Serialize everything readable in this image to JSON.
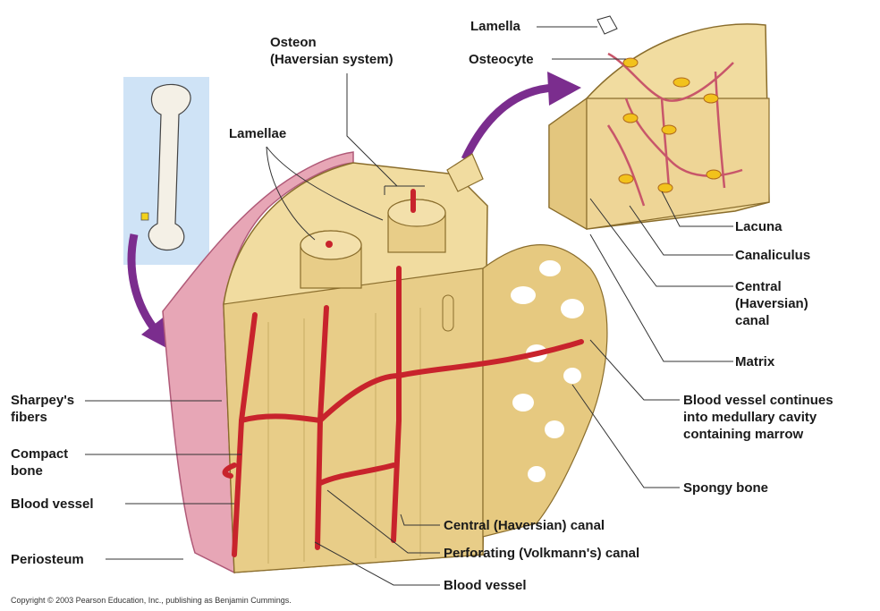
{
  "labels": {
    "lamella": "Lamella",
    "osteocyte": "Osteocyte",
    "osteon": "Osteon\n(Haversian system)",
    "lamellae": "Lamellae",
    "lacuna": "Lacuna",
    "canaliculus": "Canaliculus",
    "central_canal_right": "Central\n(Haversian)\ncanal",
    "matrix": "Matrix",
    "blood_vessel_continues": "Blood vessel continues\ninto medullary cavity\ncontaining marrow",
    "spongy_bone": "Spongy bone",
    "sharpeys_fibers": "Sharpey's\nfibers",
    "compact_bone": "Compact\nbone",
    "blood_vessel_left": "Blood vessel",
    "periosteum": "Periosteum",
    "central_canal_bottom": "Central (Haversian) canal",
    "perforating_canal": "Perforating (Volkmann's) canal",
    "blood_vessel_bottom": "Blood vessel"
  },
  "copyright": "Copyright © 2003 Pearson Education, Inc., publishing as Benjamin Cummings.",
  "colors": {
    "bone": "#f1dca0",
    "bone_dark": "#d9bf7a",
    "vessel": "#c8232c",
    "periosteum": "#e7a6b6",
    "inset_bg": "#cfe3f6",
    "arrow": "#7b2d8e",
    "osteocyte": "#f2c21c"
  }
}
